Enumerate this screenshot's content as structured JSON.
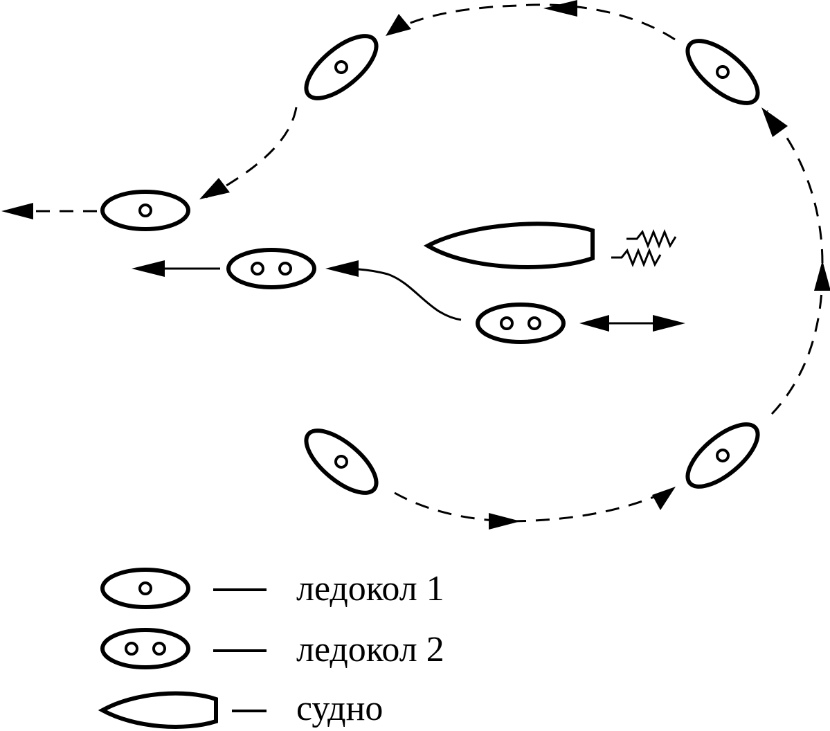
{
  "colors": {
    "ink": "#000000",
    "background": "#ffffff"
  },
  "legend": [
    {
      "symbol": "icebreaker-1-icon",
      "dash": "—",
      "label": "ледокол 1"
    },
    {
      "symbol": "icebreaker-2-icon",
      "dash": "—",
      "label": "ледокол 2"
    },
    {
      "symbol": "ship-icon",
      "dash": "—",
      "label": "судно"
    }
  ]
}
